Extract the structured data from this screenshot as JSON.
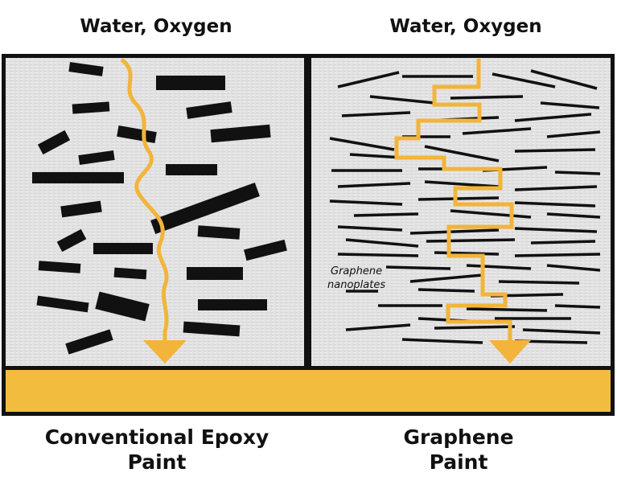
{
  "top_labels": {
    "left": "Water, Oxygen",
    "right": "Water, Oxygen"
  },
  "panel_labels": {
    "left_line1": "Conventional Epoxy",
    "left_line2": "Paint",
    "right_line1": "Graphene",
    "right_line2": "Paint"
  },
  "annotation": {
    "line1": "Graphene",
    "line2": "nanoplates"
  },
  "colors": {
    "substrate": "#f2bd3f",
    "path": "#f2b43a",
    "particle": "#111111",
    "frame": "#111111",
    "panel_bg": "#e4e4e4"
  }
}
